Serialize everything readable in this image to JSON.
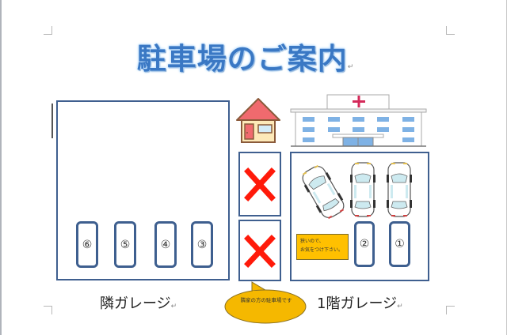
{
  "document": {
    "title": "駐車場のご案内",
    "para_mark": "↵"
  },
  "icons": {
    "house": "house-icon",
    "hospital": "hospital-icon",
    "no_parking": "red-x-icon",
    "car": "car-icon"
  },
  "left_garage": {
    "label": "隣ガレージ",
    "slots": [
      "⑥",
      "⑤",
      "④",
      "③"
    ]
  },
  "right_garage": {
    "label": "1階ガレージ",
    "slots": [
      "②",
      "①"
    ],
    "warning_line1": "狭いので、",
    "warning_line2": "お気をつけ下さい。"
  },
  "callout": {
    "text": "隣家の方の駐車場です"
  },
  "colors": {
    "title_blue": "#3a78c4",
    "border_blue": "#3f5f8f",
    "x_red": "#ff1a0a",
    "warning_yellow": "#ffc000",
    "roof_red": "#f06a6e",
    "house_wall": "#fde9b8"
  }
}
